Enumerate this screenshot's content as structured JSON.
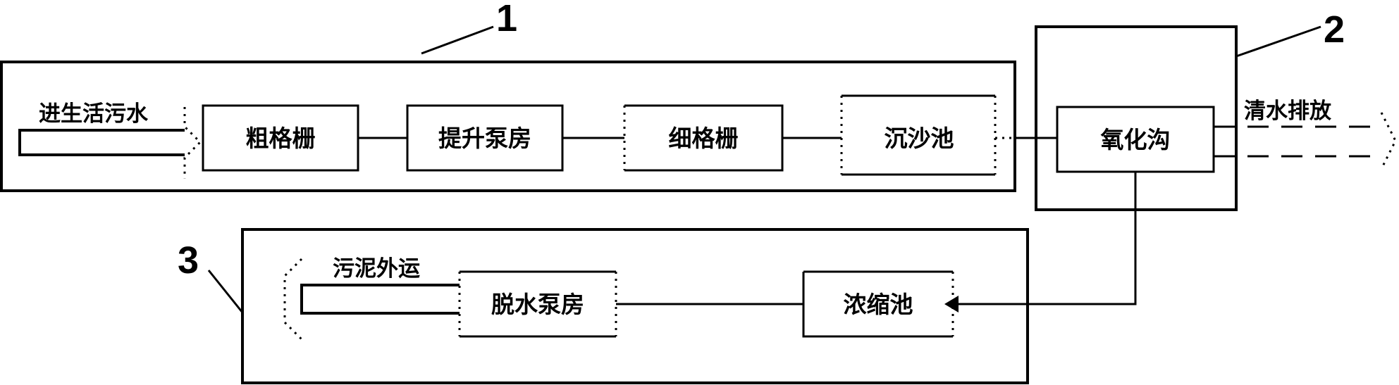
{
  "diagram": {
    "units": [
      {
        "id": "1",
        "label": "1"
      },
      {
        "id": "2",
        "label": "2"
      },
      {
        "id": "3",
        "label": "3"
      }
    ],
    "inlet_label": "进生活污水",
    "outlet_label": "清水排放",
    "sludge_label": "污泥外运",
    "boxes": {
      "coarse_screen": "粗格栅",
      "lift_pump": "提升泵房",
      "fine_screen": "细格栅",
      "grit_chamber": "沉沙池",
      "oxidation_ditch": "氧化沟",
      "thickener": "浓缩池",
      "dewatering": "脱水泵房"
    }
  }
}
